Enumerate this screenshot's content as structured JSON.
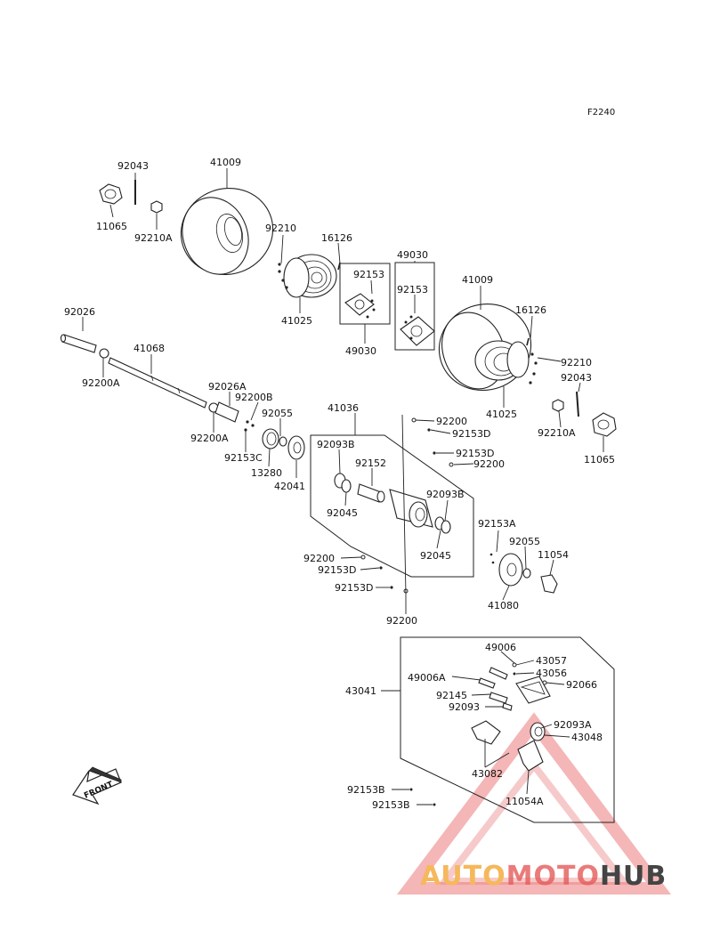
{
  "figure_code": "F2240",
  "front_label": "FRONT",
  "watermark": {
    "part1": "AUTO",
    "part2": "MOTO",
    "part3": "HUB",
    "color1": "#f5b85c",
    "color2": "#e55a5a",
    "color3": "#444444"
  },
  "parts": {
    "p92043a": "92043",
    "p41009a": "41009",
    "p11065a": "11065",
    "p92210Aa": "92210A",
    "p92210a": "92210",
    "p16126a": "16126",
    "p49030a": "49030",
    "p92153a": "92153",
    "p92153b": "92153",
    "p41009b": "41009",
    "p41025a": "41025",
    "p49030b": "49030",
    "p16126b": "16126",
    "p92026": "92026",
    "p41068": "41068",
    "p92210b": "92210",
    "p92200Aa": "92200A",
    "p92043b": "92043",
    "p92026A": "92026A",
    "p92200B": "92200B",
    "p41025b": "41025",
    "p92055a": "92055",
    "p41036": "41036",
    "p92200a": "92200",
    "p92210Ab": "92210A",
    "p92200Ab": "92200A",
    "p92153Da": "92153D",
    "p92153C": "92153C",
    "p92093Ba": "92093B",
    "p11065b": "11065",
    "p13280": "13280",
    "p92153Db": "92153D",
    "p92200b": "92200",
    "p42041": "42041",
    "p92152": "92152",
    "p92093Bb": "92093B",
    "p92045a": "92045",
    "p92153A": "92153A",
    "p92055b": "92055",
    "p11054": "11054",
    "p92045b": "92045",
    "p92200c": "92200",
    "p92153Dc": "92153D",
    "p92153Dd": "92153D",
    "p41080": "41080",
    "p92200d": "92200",
    "p49006": "49006",
    "p43057": "43057",
    "p43056": "43056",
    "p49006A": "49006A",
    "p43041": "43041",
    "p92066": "92066",
    "p92145": "92145",
    "p92093": "92093",
    "p92093A": "92093A",
    "p43048": "43048",
    "p43082": "43082",
    "p11054A": "11054A",
    "p92153Ba": "92153B",
    "p92153Bb": "92153B"
  }
}
